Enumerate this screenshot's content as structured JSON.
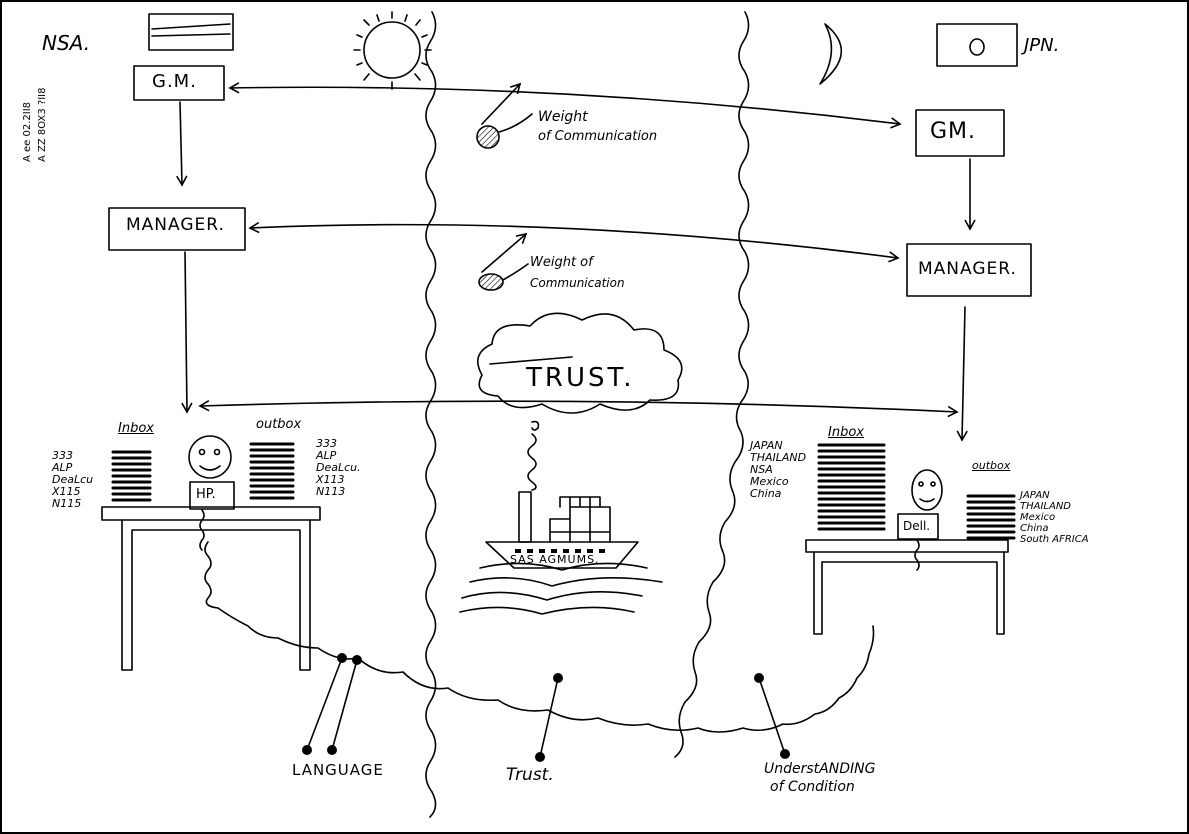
{
  "countries": {
    "left": "NSA.",
    "right": "JPN."
  },
  "margin_notes": [
    "A ee 02.2II8",
    "A ZZ 8OX3 ?II8"
  ],
  "left_office": {
    "gm_label": "G.M.",
    "manager_label": "MANAGER.",
    "inbox_label": "Inbox",
    "outbox_label": "outbox",
    "inbox_items": [
      "333",
      "ALP",
      "DeaLcu",
      "X115",
      "N115"
    ],
    "outbox_items": [
      "333",
      "ALP",
      "DeaLcu.",
      "X113",
      "N113"
    ],
    "computer_label": "HP."
  },
  "right_office": {
    "gm_label": "GM.",
    "manager_label": "MANAGER.",
    "inbox_label": "Inbox",
    "outbox_label": "outbox",
    "inbox_items": [
      "JAPAN",
      "THAILAND",
      "NSA",
      "Mexico",
      "China"
    ],
    "outbox_items": [
      "JAPAN",
      "THAILAND",
      "Mexico",
      "China",
      "South AFRICA"
    ],
    "computer_label": "Dell."
  },
  "weights": [
    {
      "label_line1": "Weight",
      "label_line2": "of Communication"
    },
    {
      "label_line1": "Weight of",
      "label_line2": "Communication"
    }
  ],
  "trust_cloud_label": "TRUST.",
  "ship_label": "SAS AGMUMS.",
  "bottom_labels": {
    "language": "LANGUAGE",
    "trust": "Trust.",
    "understanding_line1": "UnderstANDING",
    "understanding_line2": "of Condition"
  }
}
